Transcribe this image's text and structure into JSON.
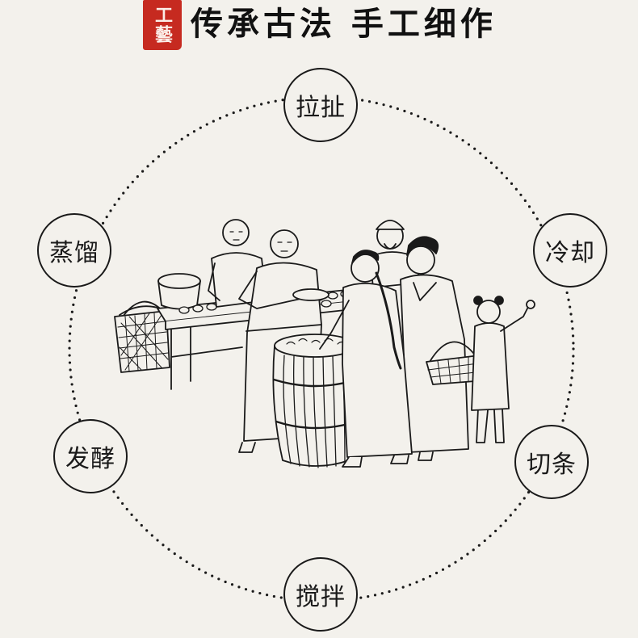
{
  "seal": {
    "text": "工藝"
  },
  "title": "传承古法 手工细作",
  "steps": [
    {
      "label": "拉扯"
    },
    {
      "label": "冷却"
    },
    {
      "label": "切条"
    },
    {
      "label": "搅拌"
    },
    {
      "label": "发酵"
    },
    {
      "label": "蒸馏"
    }
  ],
  "colors": {
    "background": "#f3f1ec",
    "ink": "#1a1a1a",
    "seal": "#c62a20"
  }
}
